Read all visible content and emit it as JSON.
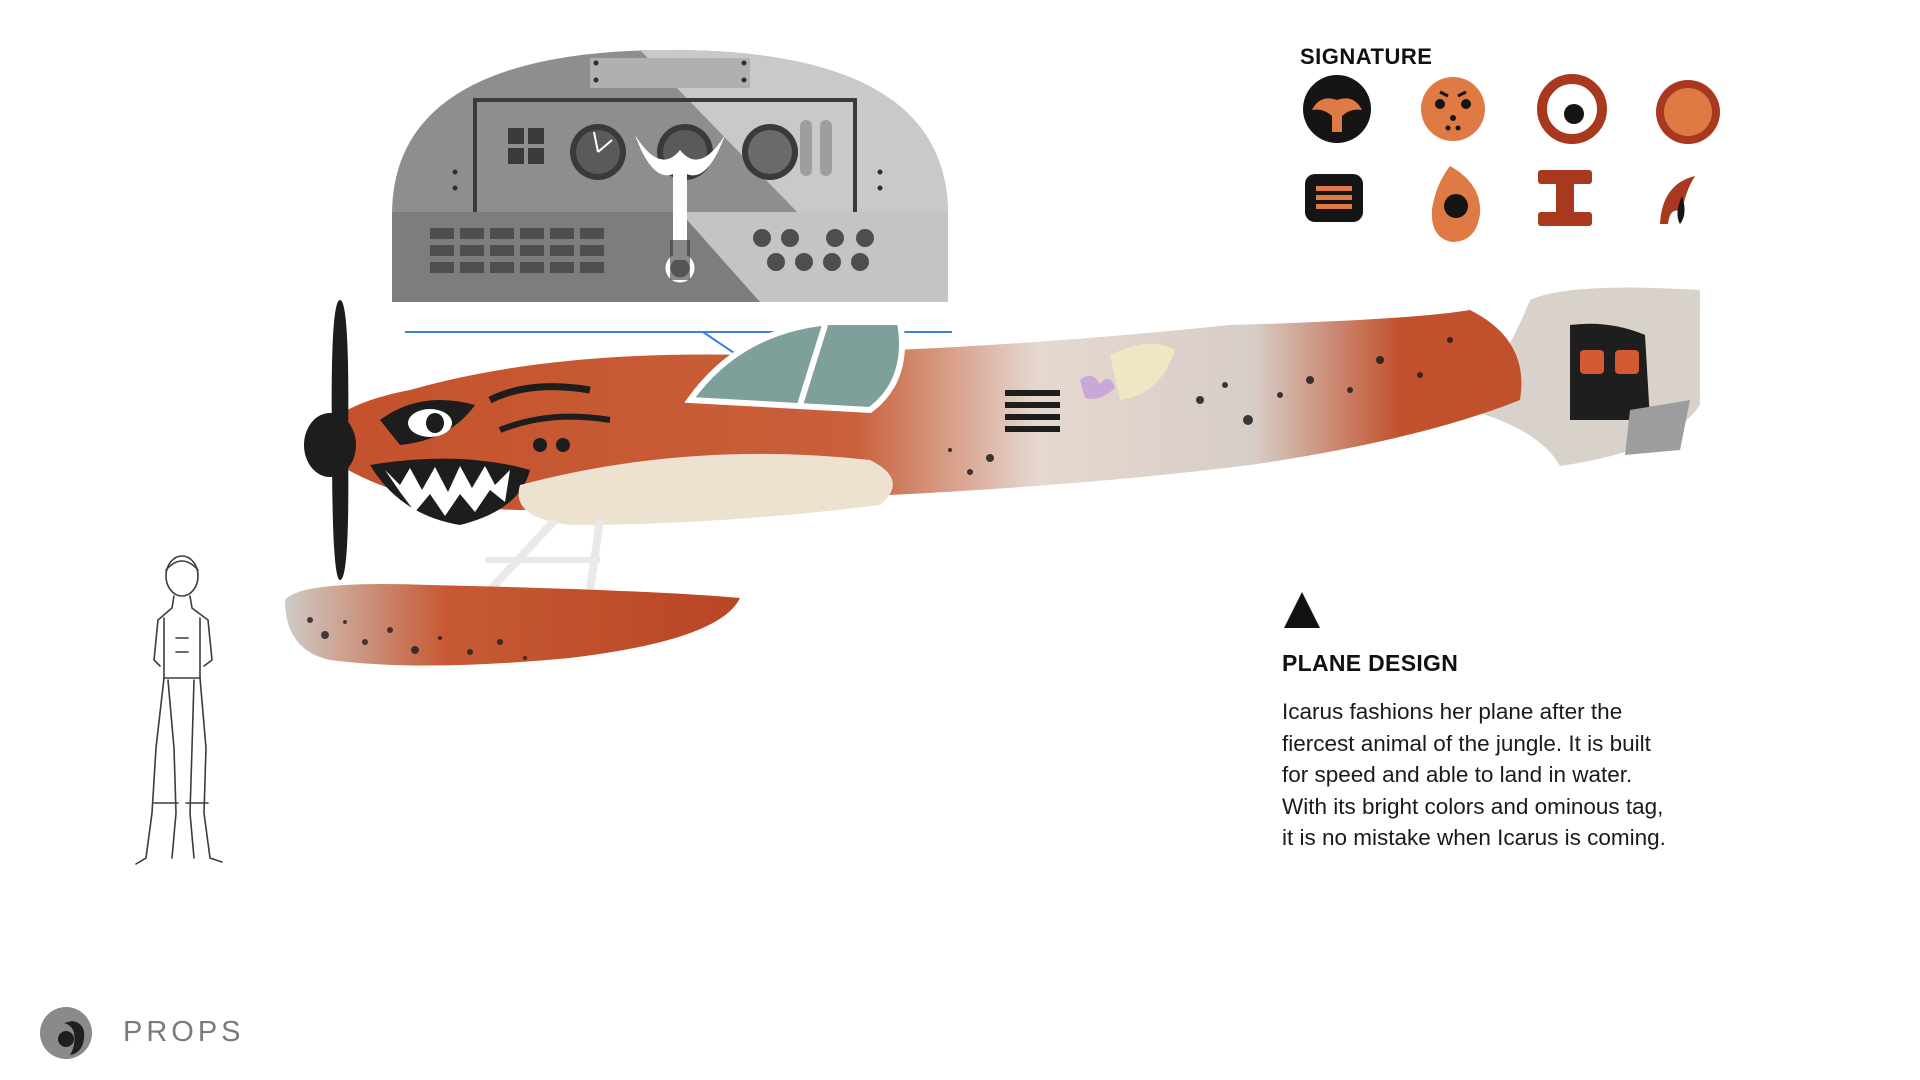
{
  "signature": {
    "title": "SIGNATURE",
    "icons": [
      "black-blob-icon",
      "orange-skull-icon",
      "ring-dot-icon",
      "orange-circle-icon",
      "striped-square-icon",
      "teardrop-dot-icon",
      "i-beam-icon",
      "swoosh-icon"
    ]
  },
  "plane_design": {
    "title": "PLANE DESIGN",
    "lines": [
      "Icarus fashions her plane after the",
      "fiercest animal of the jungle. It is built",
      "for speed and able to land in water.",
      "With its bright colors and ominous tag,",
      "it is no mistake when Icarus is coming."
    ]
  },
  "footer": {
    "label": "PROPS"
  },
  "colors": {
    "plane_orange": "#c4512b",
    "signature_orange": "#e07a45",
    "signature_dark_red": "#a8391f",
    "callout_blue": "#3b7fe0",
    "panel_gray": "#8e8e8e"
  }
}
